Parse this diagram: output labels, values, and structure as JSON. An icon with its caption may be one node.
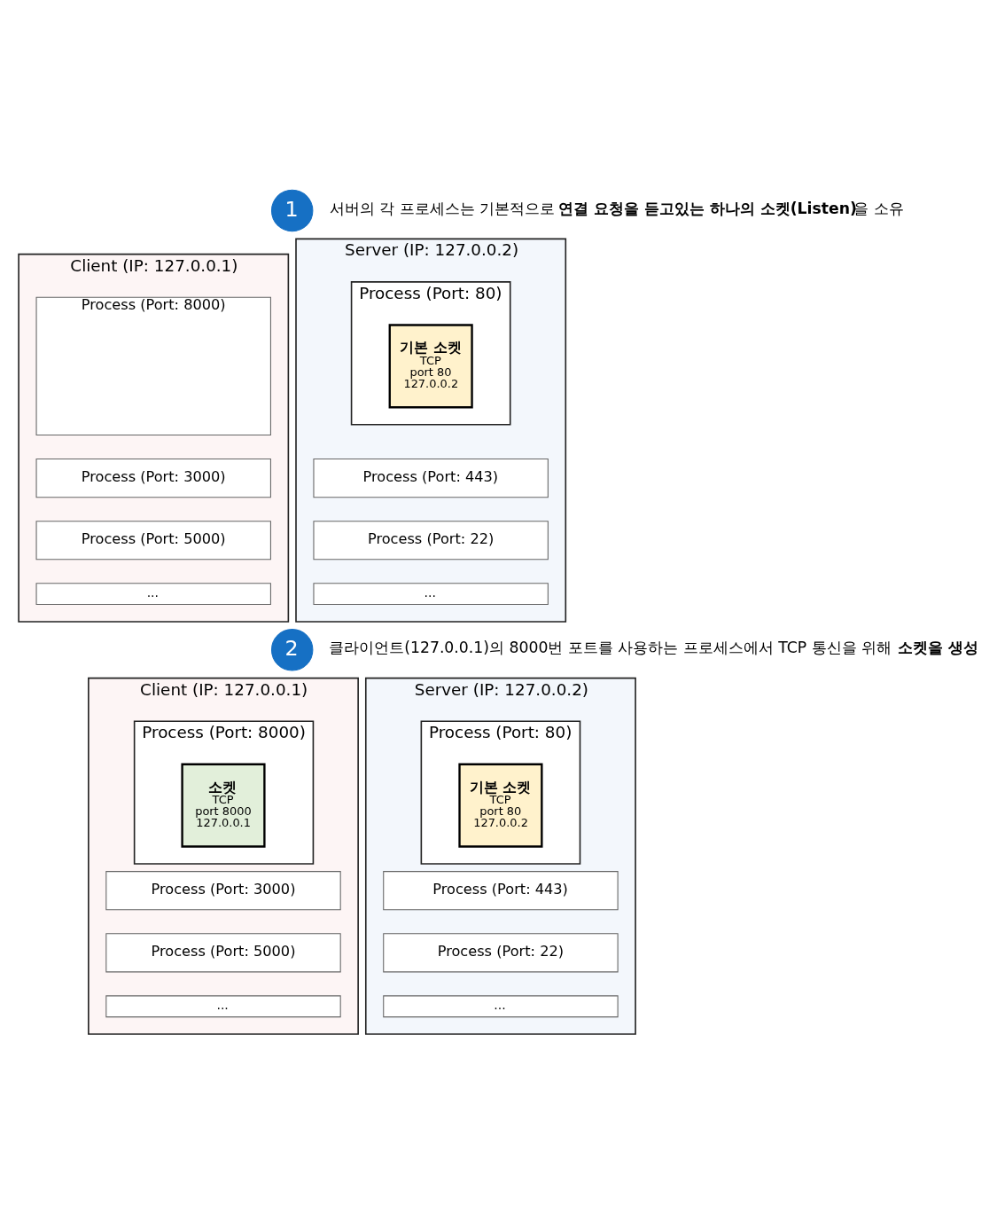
{
  "diagram": {
    "nodes": [
      {
        "text": [
          "1"
        ],
        "beside": [
          "서버의 각 프로세스는 기본적으로 **연결 요청을 듣고있는 하나의 소켓(Listen)**을 소유"
        ]
      },
      {
        "text": [
          "Client (IP: 127.0.0.1)"
        ]
      },
      {
        "text": [
          "Process (Port: 8000)"
        ],
        "in": 1
      },
      {
        "text": [
          "Process (Port: 3000)"
        ],
        "in": 1
      },
      {
        "text": [
          "Process (Port: 5000)"
        ],
        "in": 1
      },
      {
        "text": [
          "..."
        ],
        "in": 1
      },
      {
        "text": [
          "Server (IP: 127.0.0.2)"
        ]
      },
      {
        "text": [
          "Process (Port: 80)"
        ],
        "in": 6
      },
      {
        "text": [
          "기본 소켓",
          "TCP port 80 127.0.0.2"
        ],
        "in": 7
      },
      {
        "text": [
          "Process (Port: 443)"
        ],
        "in": 6
      },
      {
        "text": [
          "Process (Port: 22)"
        ],
        "in": 6
      },
      {
        "text": [
          "..."
        ],
        "in": 6
      },
      {
        "text": [
          "2"
        ],
        "beside": [
          "클라이언트(127.0.0.1)의 8000번 포트를 사용하는 프로세스에서 TCP 통신을 위해 **소켓을 생성**"
        ]
      },
      {
        "text": [
          "Client (IP: 127.0.0.1)"
        ]
      },
      {
        "text": [
          "Process (Port: 8000)"
        ],
        "in": 13
      },
      {
        "text": [
          "소켓",
          "TCP port 8000 127.0.0.1"
        ],
        "in": 14
      },
      {
        "text": [
          "Process (Port: 3000)"
        ],
        "in": 13
      },
      {
        "text": [
          "Process (Port: 5000)"
        ],
        "in": 13
      },
      {
        "text": [
          "..."
        ],
        "in": 13
      },
      {
        "text": [
          "Server (IP: 127.0.0.2)"
        ]
      },
      {
        "text": [
          "Process (Port: 80)"
        ],
        "in": 19
      },
      {
        "text": [
          "기본 소켓",
          "TCP port 80 127.0.0.2"
        ],
        "in": 20
      },
      {
        "text": [
          "Process (Port: 443)"
        ],
        "in": 19
      },
      {
        "text": [
          "Process (Port: 22)"
        ],
        "in": 19
      },
      {
        "text": [
          "..."
        ],
        "in": 19
      }
    ],
    "edges": []
  }
}
